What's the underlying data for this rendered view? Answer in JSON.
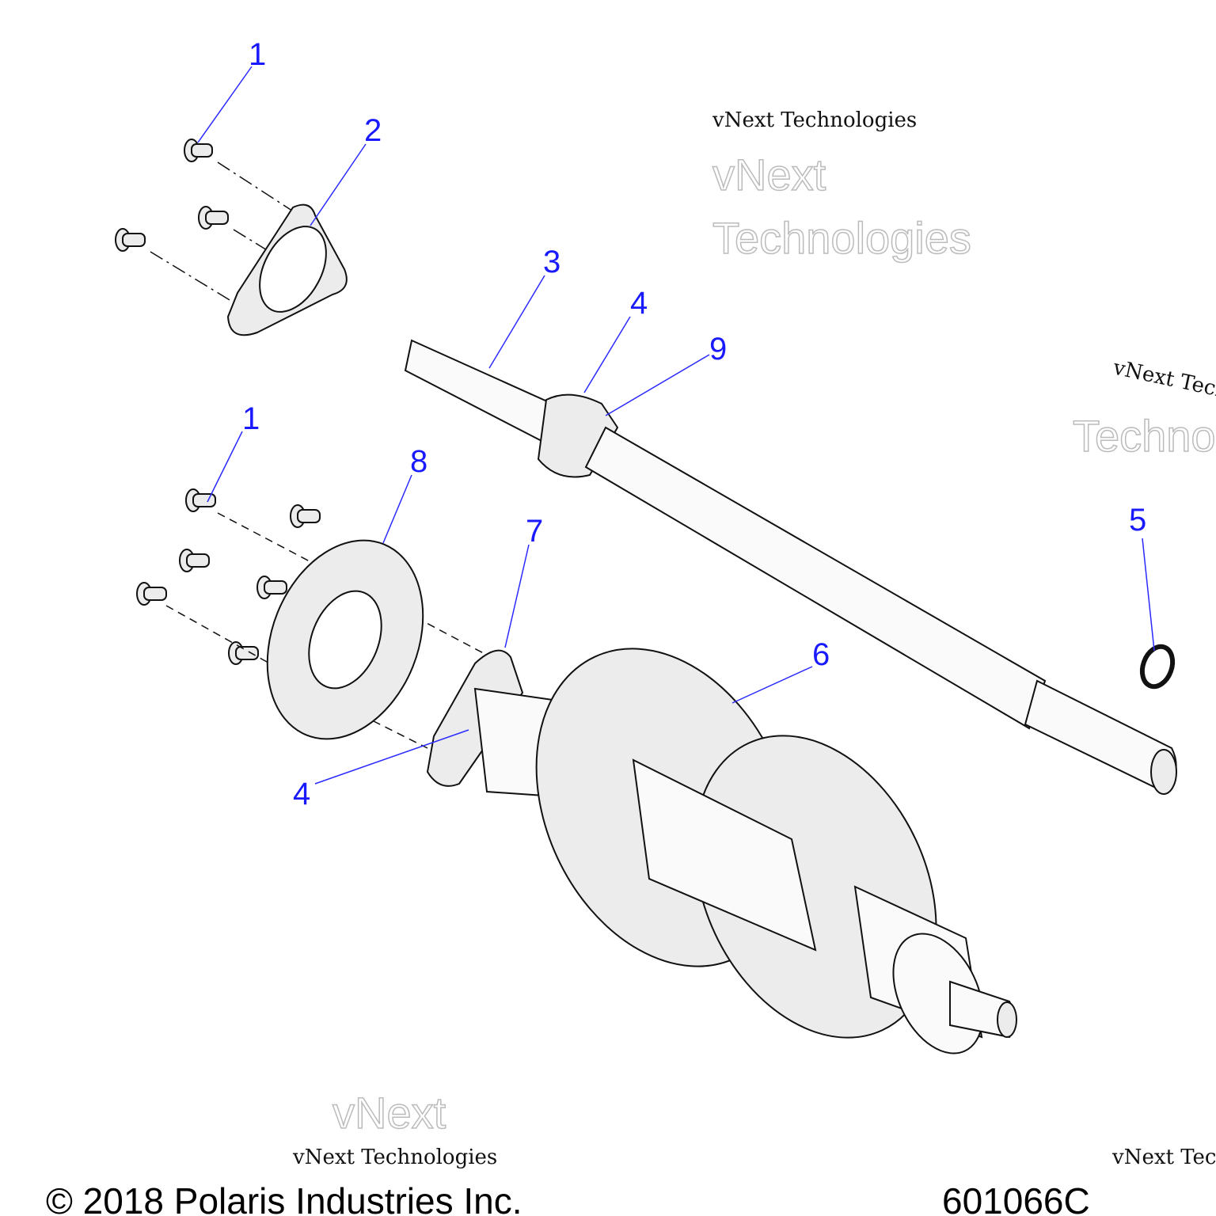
{
  "diagram": {
    "callouts": [
      {
        "id": "1a",
        "label": "1"
      },
      {
        "id": "2",
        "label": "2"
      },
      {
        "id": "3",
        "label": "3"
      },
      {
        "id": "4a",
        "label": "4"
      },
      {
        "id": "9",
        "label": "9"
      },
      {
        "id": "1b",
        "label": "1"
      },
      {
        "id": "8",
        "label": "8"
      },
      {
        "id": "7",
        "label": "7"
      },
      {
        "id": "5",
        "label": "5"
      },
      {
        "id": "6",
        "label": "6"
      },
      {
        "id": "4b",
        "label": "4"
      }
    ],
    "watermark": "vNext Technologies",
    "watermark_line1": "vNext",
    "watermark_line2": "Technologies"
  },
  "footer": {
    "copyright": "© 2018 Polaris Industries Inc.",
    "drawing_number": "601066C"
  },
  "colors": {
    "callout": "#1a1aff",
    "line": "#111111",
    "fill": "#ececec"
  }
}
